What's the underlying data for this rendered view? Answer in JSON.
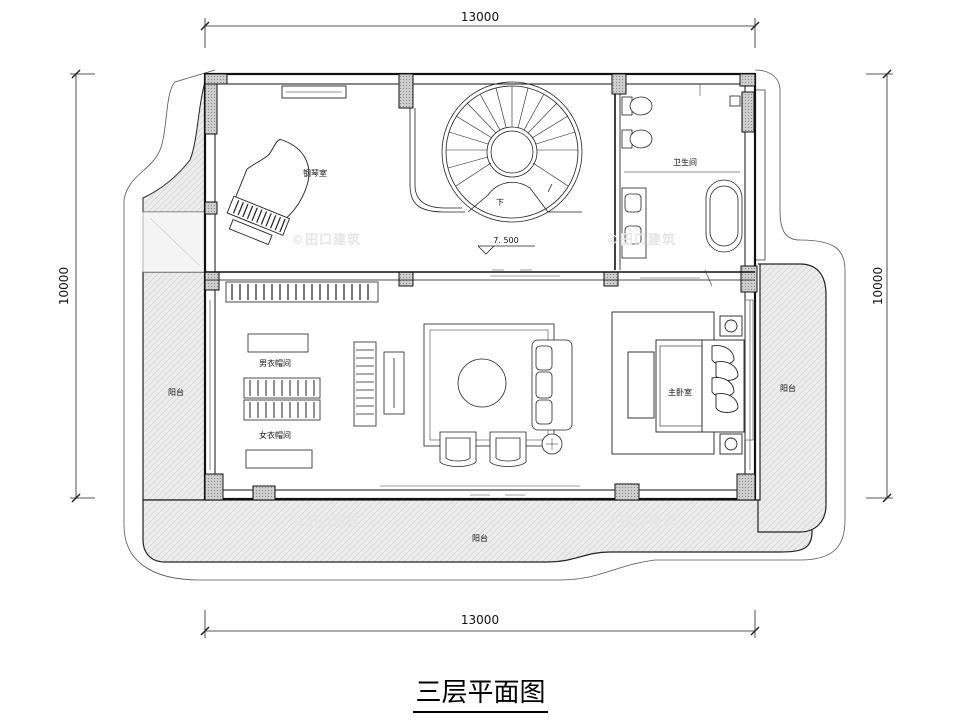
{
  "drawing_title": "三层平面图",
  "dimensions": {
    "top_width": "13000",
    "bottom_width": "13000",
    "left_height": "10000",
    "right_height": "10000"
  },
  "level_mark": "7. 500",
  "stair_label": "下",
  "rooms": {
    "piano_room": "钢琴室",
    "bathroom": "卫生间",
    "mens_closet": "男衣帽间",
    "womens_closet": "女衣帽间",
    "master_bedroom": "主卧室",
    "balcony_left": "阳台",
    "balcony_right": "阳台",
    "balcony_bottom": "阳台"
  },
  "watermark": "©田口建筑",
  "colors": {
    "line": "#222222",
    "balcony_fill": "#e9e9e9",
    "wall_fill": "#bdbdbd"
  }
}
